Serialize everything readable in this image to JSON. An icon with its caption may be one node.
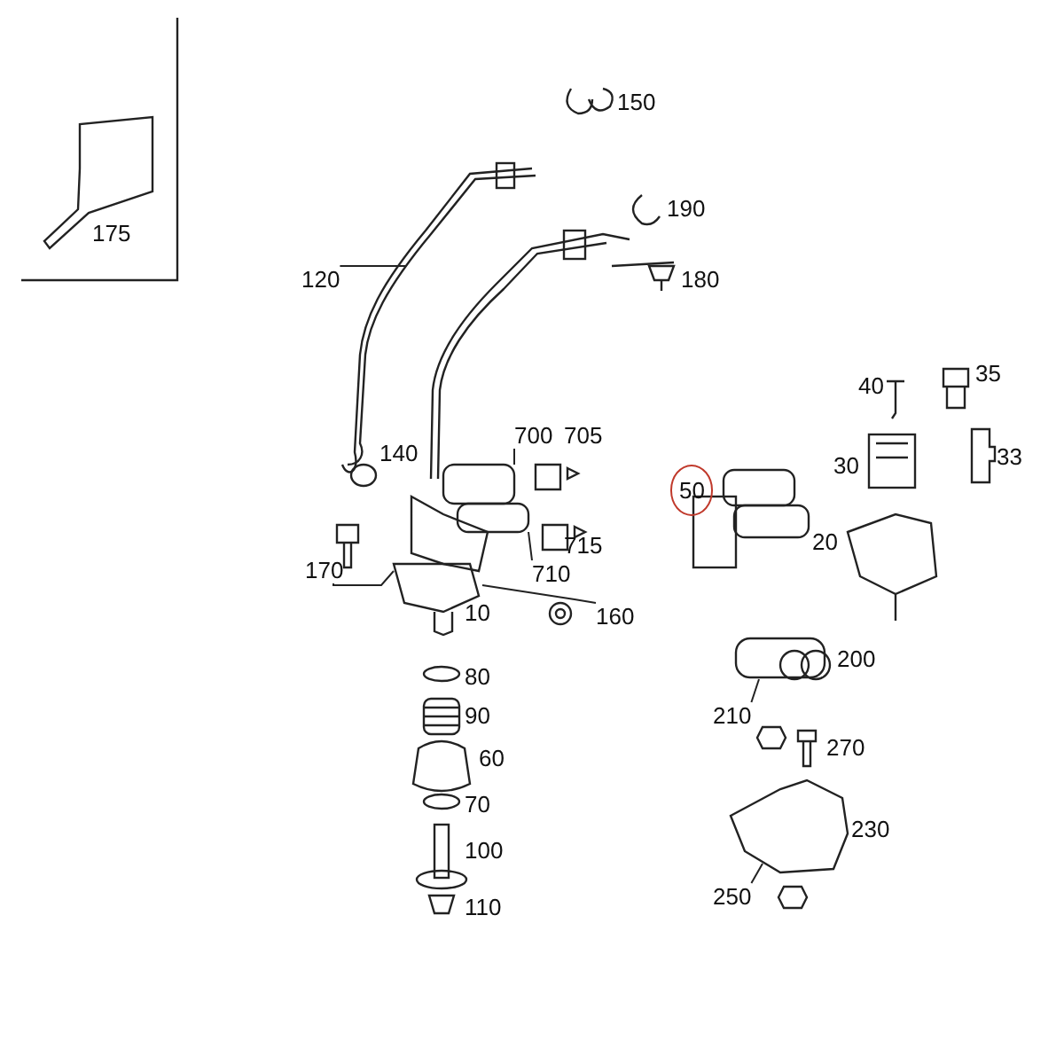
{
  "diagram": {
    "nodes": [
      {
        "text": [
          "120"
        ]
      },
      {
        "text": [
          "700"
        ]
      },
      {
        "text": [
          "170"
        ]
      },
      {
        "text": [
          "710"
        ]
      },
      {
        "text": [
          "160"
        ]
      },
      {
        "text": [
          "210"
        ]
      },
      {
        "text": [
          "250"
        ]
      },
      {
        "text": [],
        "shape": "picture"
      },
      {
        "text": [],
        "shape": "picture"
      },
      {
        "text": [],
        "shape": "picture"
      },
      {
        "text": [],
        "shape": "picture"
      }
    ],
    "edges": [
      {
        "from": 0,
        "to": 7,
        "arrow": "none"
      },
      {
        "from": 1,
        "to": 8,
        "arrow": "none"
      },
      {
        "from": 2,
        "to": 8,
        "arrow": "none"
      },
      {
        "from": 3,
        "to": 8,
        "arrow": "none"
      },
      {
        "from": 4,
        "to": 8,
        "arrow": "none"
      },
      {
        "from": 5,
        "to": 9,
        "arrow": "none"
      },
      {
        "from": 6,
        "to": 10,
        "arrow": "none"
      }
    ],
    "labels": [
      "150",
      "175",
      "190",
      "180",
      "140",
      "705",
      "40",
      "35",
      "30",
      "33",
      "50",
      "715",
      "20",
      "10",
      "200",
      "80",
      "90",
      "270",
      "60",
      "230",
      "70",
      "100",
      "110"
    ]
  }
}
